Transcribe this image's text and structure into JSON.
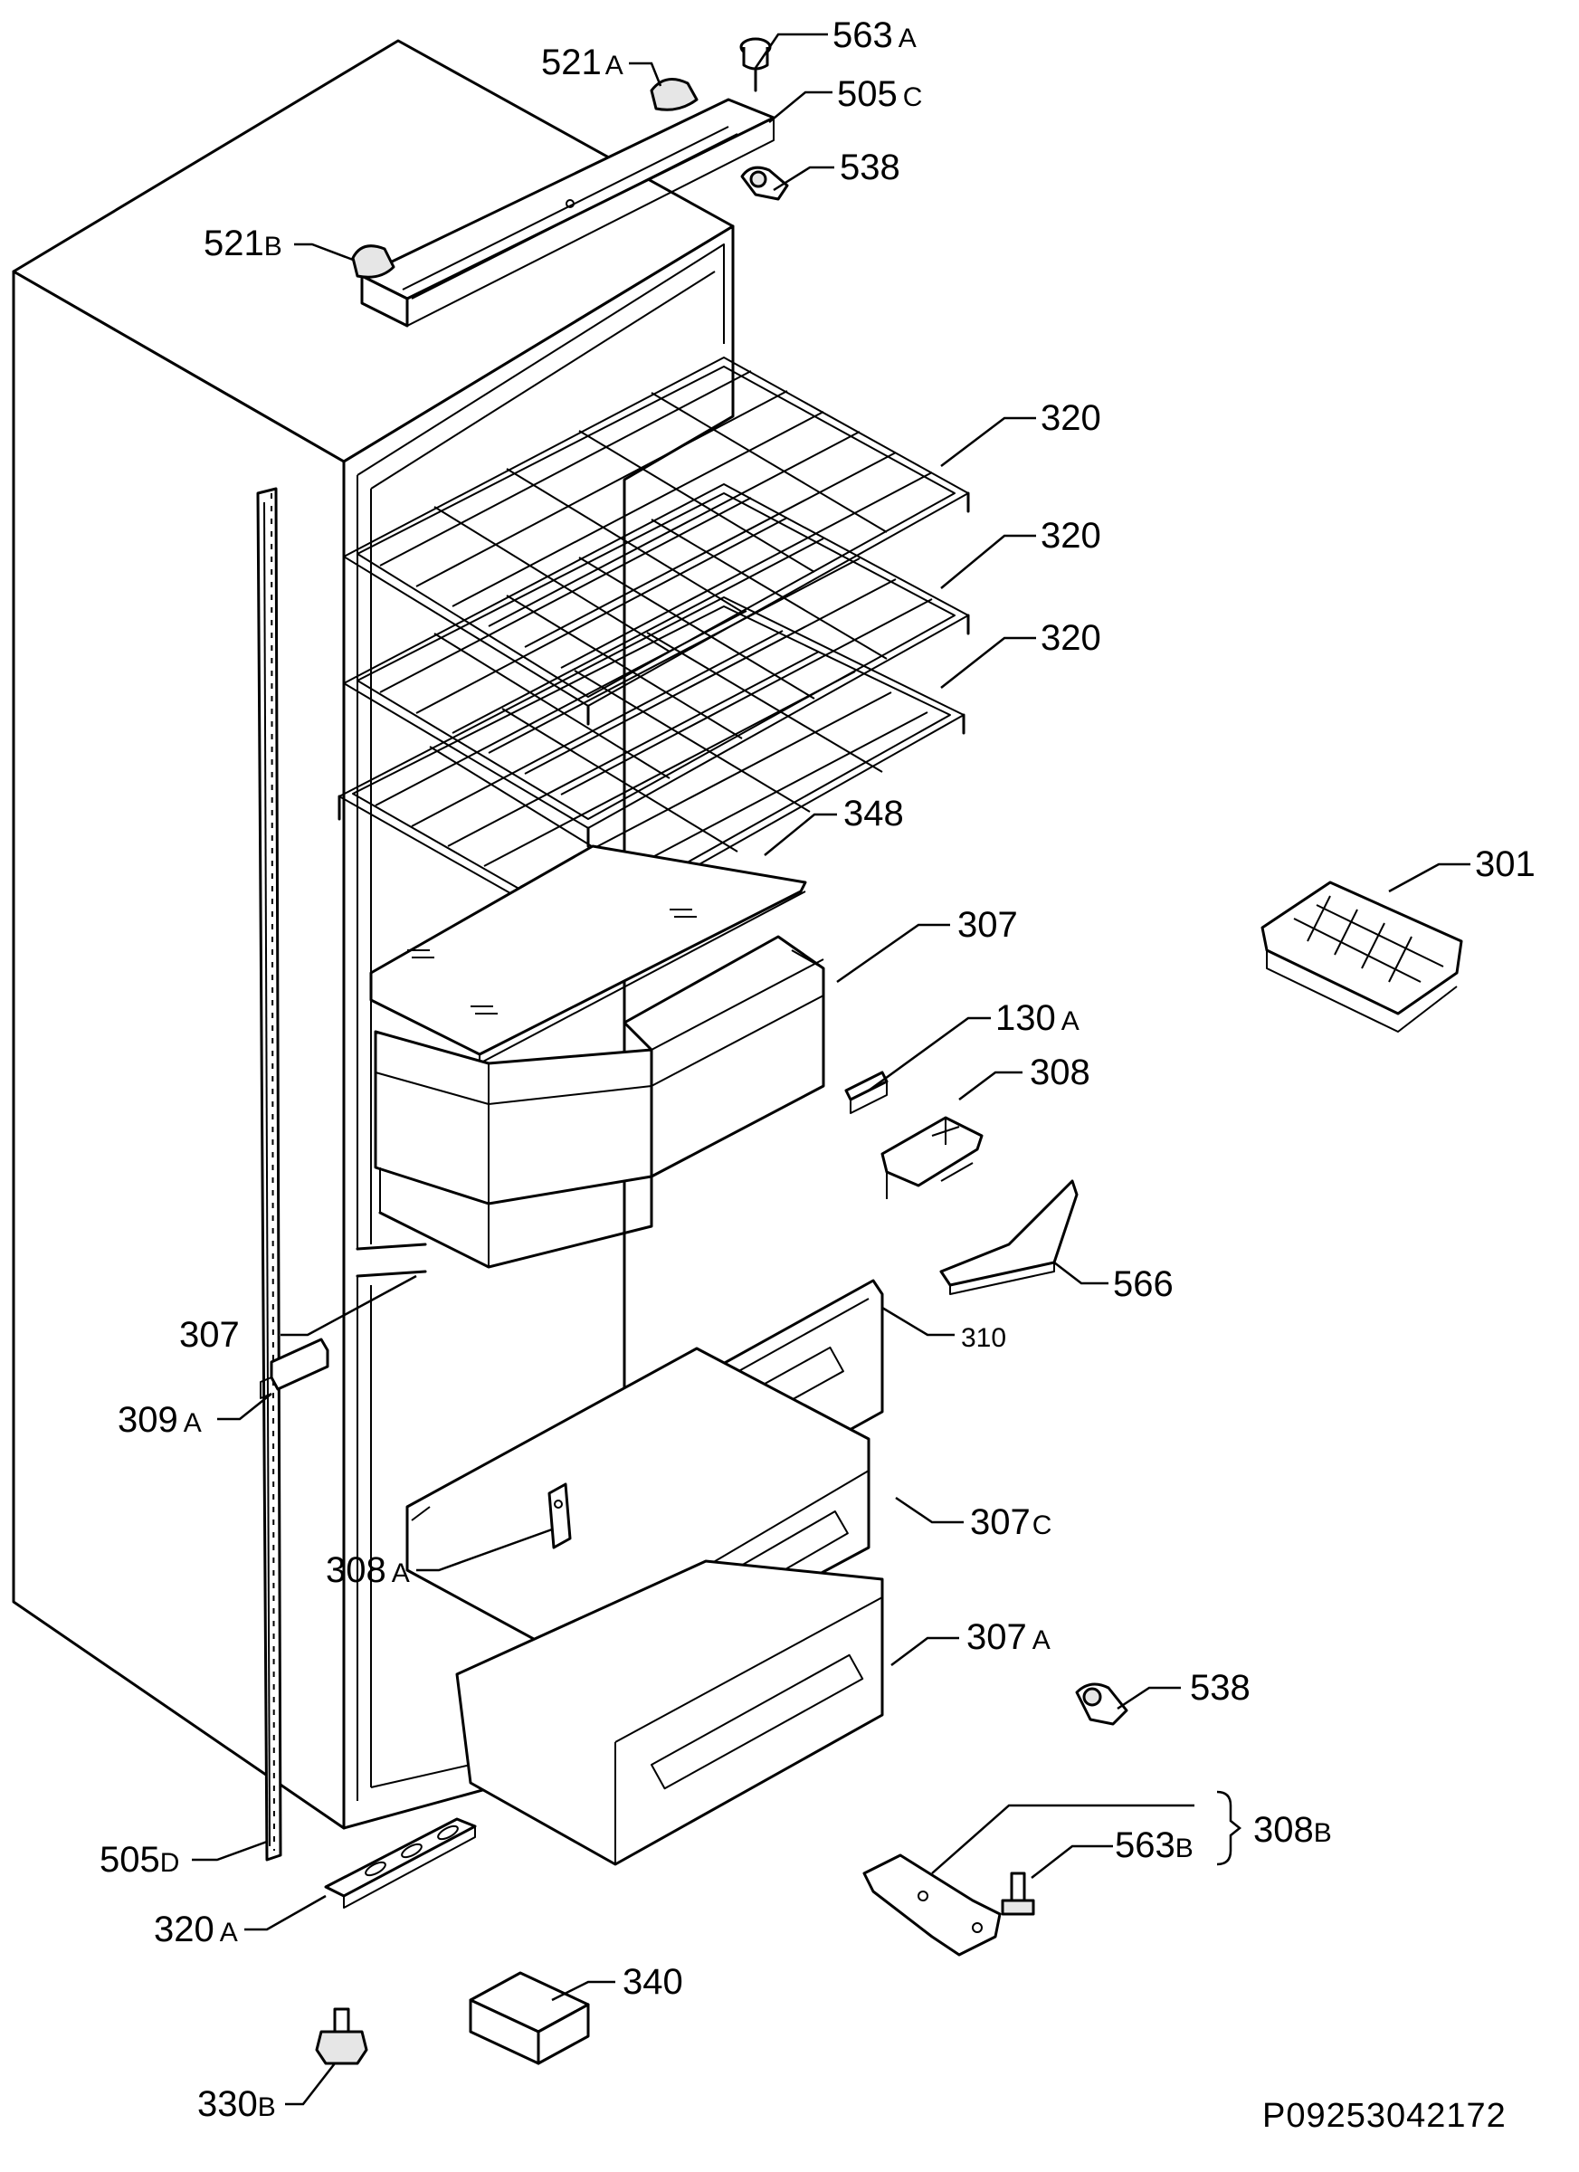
{
  "parts": [
    {
      "id": "p563a",
      "code": "563",
      "suffix": "A"
    },
    {
      "id": "p521a",
      "code": "521",
      "suffix": "A"
    },
    {
      "id": "p505c",
      "code": "505",
      "suffix": "C"
    },
    {
      "id": "p538t",
      "code": "538",
      "suffix": ""
    },
    {
      "id": "p521b",
      "code": "521",
      "suffix": "B"
    },
    {
      "id": "p320a1",
      "code": "320",
      "suffix": ""
    },
    {
      "id": "p320a2",
      "code": "320",
      "suffix": ""
    },
    {
      "id": "p320a3",
      "code": "320",
      "suffix": ""
    },
    {
      "id": "p348",
      "code": "348",
      "suffix": ""
    },
    {
      "id": "p301",
      "code": "301",
      "suffix": ""
    },
    {
      "id": "p307t",
      "code": "307",
      "suffix": ""
    },
    {
      "id": "p130a",
      "code": "130",
      "suffix": "A"
    },
    {
      "id": "p308",
      "code": "308",
      "suffix": ""
    },
    {
      "id": "p566",
      "code": "566",
      "suffix": ""
    },
    {
      "id": "p307l",
      "code": "307",
      "suffix": ""
    },
    {
      "id": "p310",
      "code": "310",
      "suffix": ""
    },
    {
      "id": "p309a",
      "code": "309",
      "suffix": "A"
    },
    {
      "id": "p307c",
      "code": "307",
      "suffix": "C"
    },
    {
      "id": "p308a",
      "code": "308",
      "suffix": "A"
    },
    {
      "id": "p307a",
      "code": "307",
      "suffix": "A"
    },
    {
      "id": "p538b",
      "code": "538",
      "suffix": ""
    },
    {
      "id": "p308b",
      "code": "308",
      "suffix": "B"
    },
    {
      "id": "p563b",
      "code": "563",
      "suffix": "B"
    },
    {
      "id": "p505d",
      "code": "505",
      "suffix": "D"
    },
    {
      "id": "p320a",
      "code": "320",
      "suffix": "A"
    },
    {
      "id": "p340",
      "code": "340",
      "suffix": ""
    },
    {
      "id": "p330b",
      "code": "330",
      "suffix": "B"
    }
  ],
  "reference_number": "P09253042172",
  "colors": {
    "line": "#000000",
    "background": "#ffffff"
  }
}
